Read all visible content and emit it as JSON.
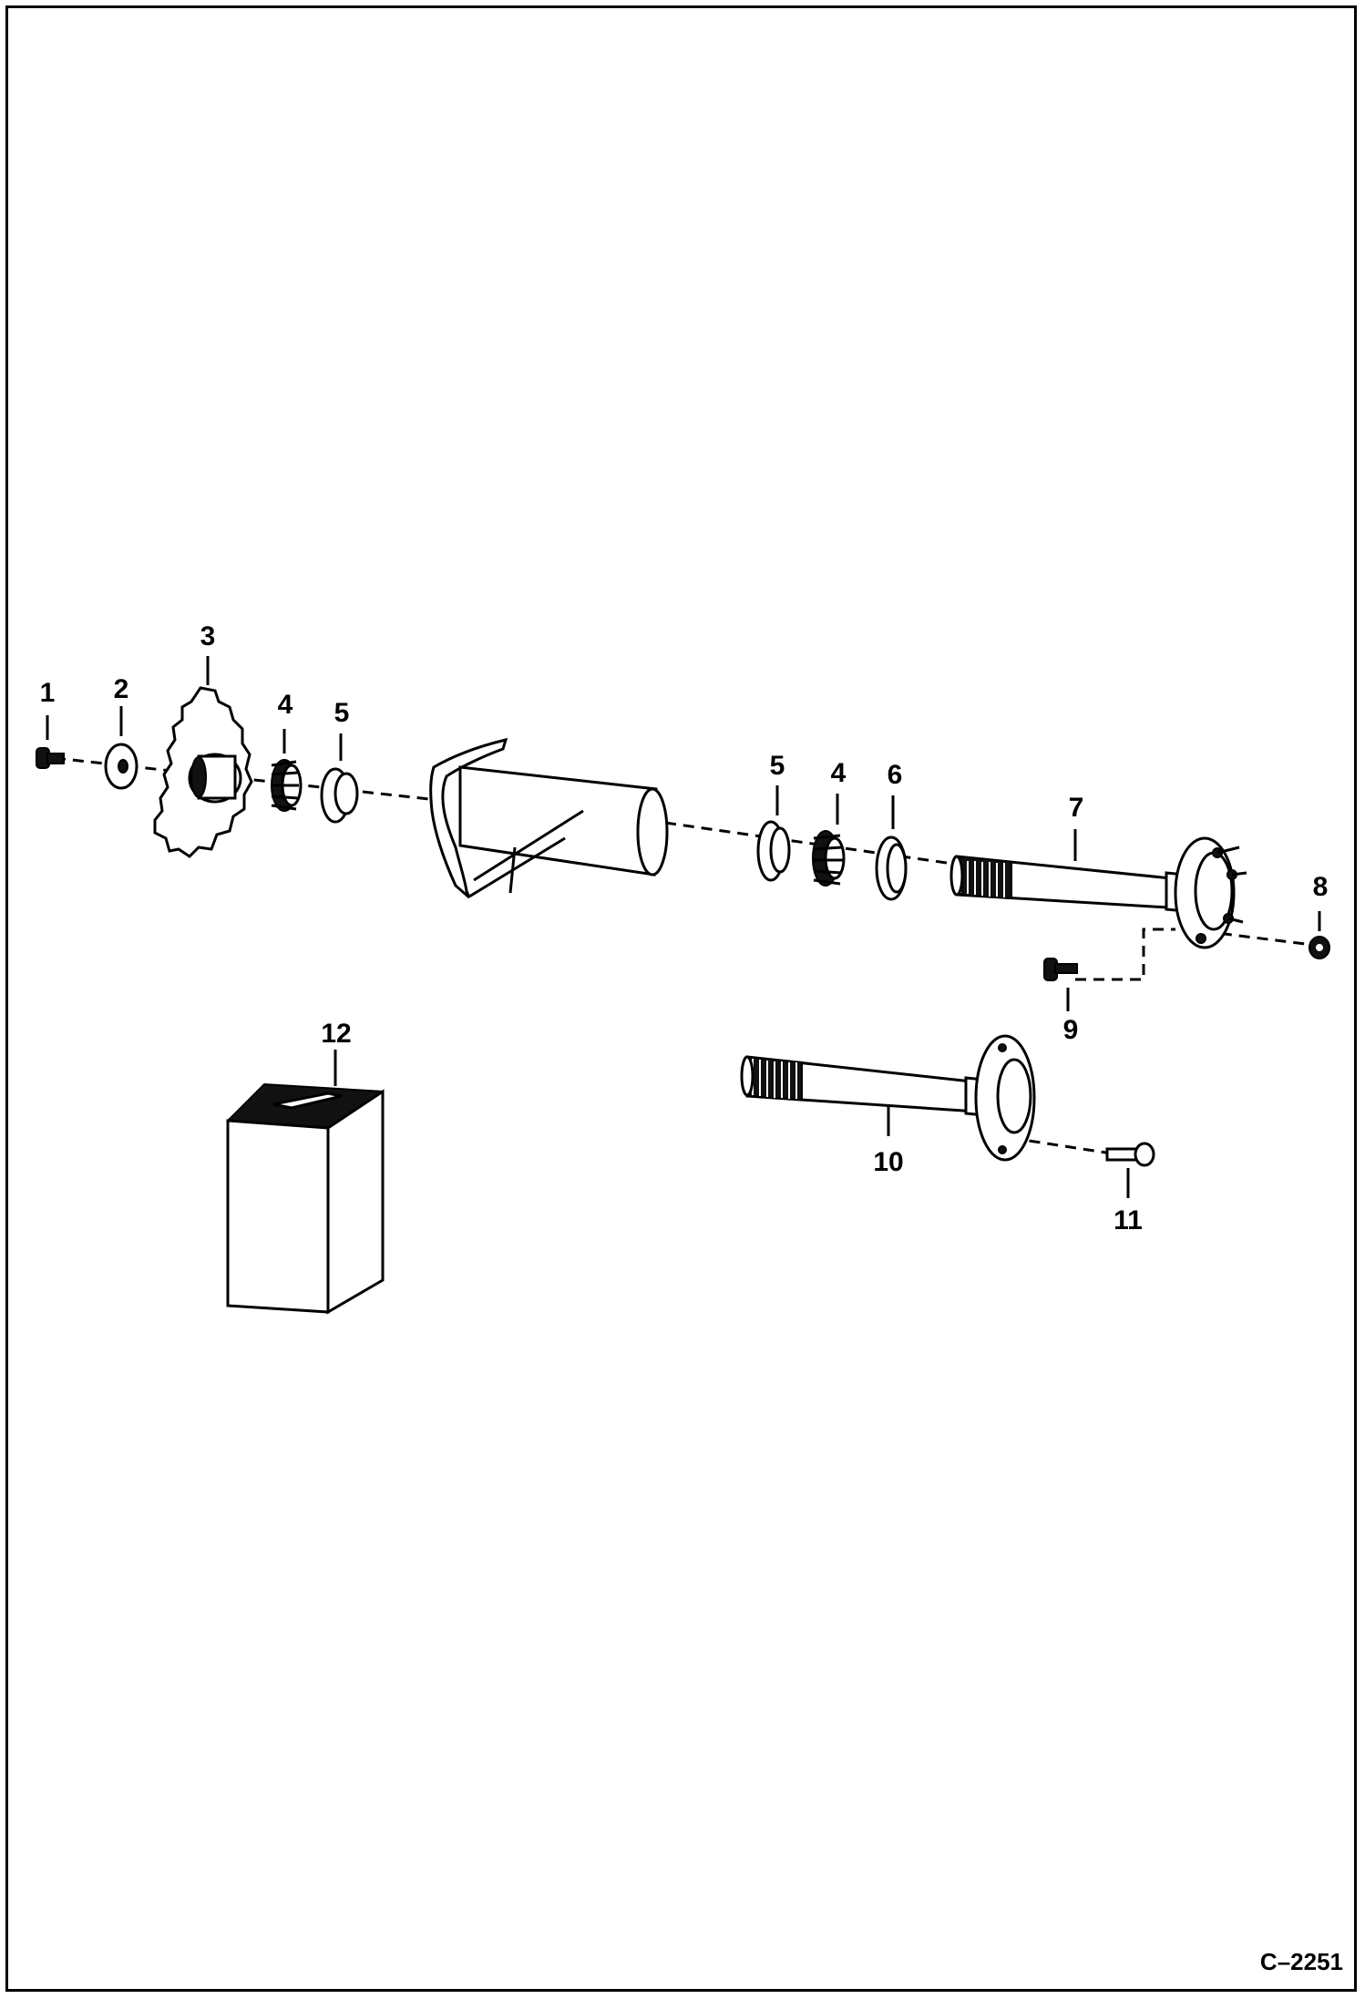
{
  "diagram": {
    "figure_code": "C–2251",
    "callouts": {
      "c1": "1",
      "c2": "2",
      "c3": "3",
      "c4a": "4",
      "c5a": "5",
      "c5b": "5",
      "c4b": "4",
      "c6": "6",
      "c7": "7",
      "c8": "8",
      "c9": "9",
      "c10": "10",
      "c11": "11",
      "c12": "12"
    }
  }
}
